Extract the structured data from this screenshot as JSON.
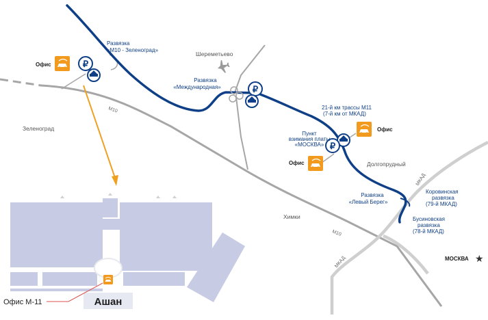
{
  "colors": {
    "toll_road": "#0f3f86",
    "road_gray": "#a6a6a6",
    "road_light": "#cfcfcf",
    "office_orange": "#f29a1e",
    "arrow_orange": "#f0a020",
    "store_blocks": "#c7cbe4",
    "auchan_box": "#e6e8f2",
    "pointer_red": "#d9534f"
  },
  "labels": {
    "junction_zelenograd_l1": "Развязка",
    "junction_zelenograd_l2": "«M10 - Зеленоград»",
    "sheremetyevo": "Шереметьево",
    "junction_intl_l1": "Развязка",
    "junction_intl_l2": "«Международная»",
    "km21_l1": "21-й км трассы М11",
    "km21_l2": "(7-й км от МКАД)",
    "toll_point_l1": "Пункт",
    "toll_point_l2": "взимания платы",
    "toll_point_l3": "«МОСКВА»",
    "office_1": "Офис",
    "office_2": "Офис",
    "office_3": "Офис",
    "zelenograd": "Зеленоград",
    "dolgoprudny": "Долгопрудный",
    "khimki": "Химки",
    "levy_bereg_l1": "Развязка",
    "levy_bereg_l2": "«Левый Берег»",
    "korovinskaya_l1": "Коровинская",
    "korovinskaya_l2": "развязка",
    "korovinskaya_l3": "(79-й МКАД)",
    "businovskaya_l1": "Бусиновская",
    "businovskaya_l2": "развязка",
    "businovskaya_l3": "(78-й МКАД)",
    "moskva": "МОСКВА",
    "m10_a": "М10",
    "m10_b": "М10",
    "mkad_a": "МКАД",
    "mkad_b": "МКАД",
    "office_m11": "Офис М-11",
    "auchan": "Ашан"
  },
  "icons": {
    "ruble": "₽",
    "office": "office-car-icon",
    "toll_gate": "toll-gate-icon",
    "airplane": "airplane-icon",
    "star": "★"
  }
}
